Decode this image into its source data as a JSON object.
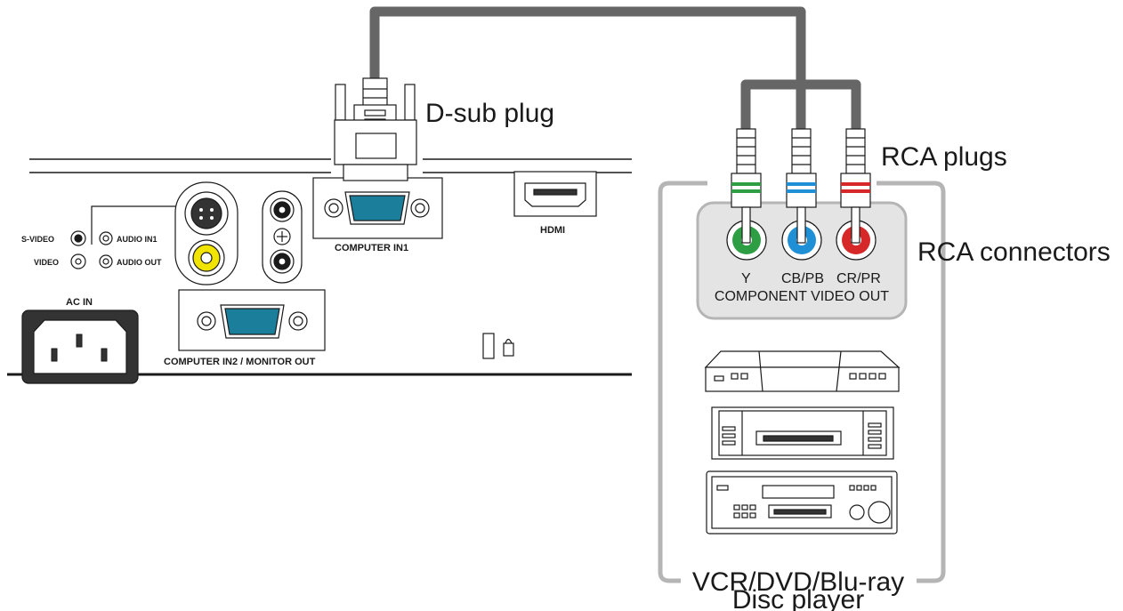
{
  "callouts": {
    "dsub_plug": "D-sub plug",
    "rca_plugs": "RCA plugs",
    "rca_connectors": "RCA connectors",
    "device_line1": "VCR/DVD/Blu-ray",
    "device_line2": "Disc player"
  },
  "projector_panel": {
    "svideo": "S-VIDEO",
    "video": "VIDEO",
    "audio_in1": "AUDIO IN1",
    "audio_out": "AUDIO OUT",
    "computer_in1": "COMPUTER IN1",
    "hdmi": "HDMI",
    "computer_in2": "COMPUTER IN2 / MONITOR OUT",
    "ac_in": "AC IN"
  },
  "component_out": {
    "y": "Y",
    "cb_pb": "CB/PB",
    "cr_pr": "CR/PR",
    "title": "COMPONENT VIDEO OUT"
  },
  "colors": {
    "cable": "#666666",
    "green": "#2e9e45",
    "blue": "#1f8fd6",
    "red": "#d62828",
    "port_teal": "#1b7f9c",
    "frame_gray": "#b5b5b5",
    "yellow": "#f1e400"
  }
}
